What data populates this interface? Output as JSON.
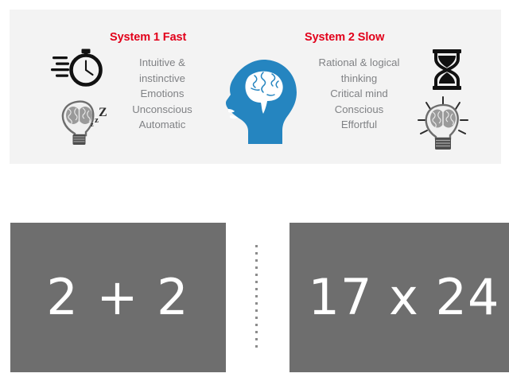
{
  "panel": {
    "background_color": "#f3f3f3",
    "columns": [
      {
        "title": "System 1 Fast",
        "title_color": "#e2001a",
        "traits": [
          "Intuitive &",
          "instinctive",
          "Emotions",
          "Unconscious",
          "Automatic"
        ],
        "icons": [
          "stopwatch-icon",
          "lightbulb-brain-sleeping-icon"
        ]
      },
      {
        "title": "System 2 Slow",
        "title_color": "#e2001a",
        "traits": [
          "Rational & logical",
          "thinking",
          "Critical mind",
          "Conscious",
          "Effortful"
        ],
        "icons": [
          "hourglass-icon",
          "lightbulb-brain-idea-icon"
        ]
      }
    ],
    "center_icon": {
      "name": "head-profile-brain-icon",
      "color": "#2585c0"
    },
    "text_color": "#808285"
  },
  "examples": {
    "left": {
      "equation": "2 + 2",
      "box_color": "#6e6e6e",
      "text_color": "#ffffff"
    },
    "right": {
      "equation": "17 x 24",
      "box_color": "#6e6e6e",
      "text_color": "#ffffff"
    },
    "divider": "dotted-vertical-divider"
  }
}
